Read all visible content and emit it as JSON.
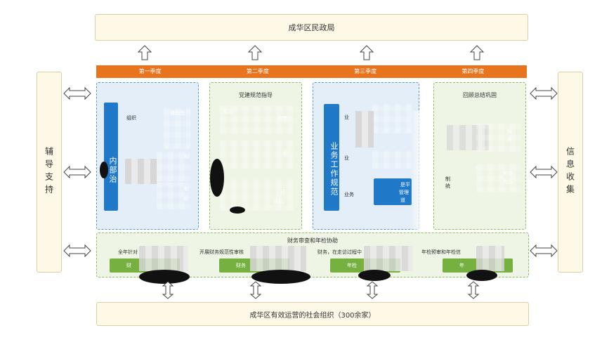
{
  "top_box": {
    "title": "成华区民政局"
  },
  "bottom_box": {
    "title": "成华区有效运营的社会组织（300余家）"
  },
  "left_side": {
    "label": "辅导支持"
  },
  "right_side": {
    "label": "信息收集"
  },
  "quarters": [
    "第一季度",
    "第二季度",
    "第三季度",
    "第四季度"
  ],
  "panels": {
    "q1": {
      "vertical_label": "内部治",
      "snippets": [
        "组织",
        "组织完",
        "和",
        "制",
        "织"
      ]
    },
    "q2": {
      "title": "党建规范指导",
      "snippets": [
        "党员",
        "的党",
        "织",
        "过",
        "协助。"
      ]
    },
    "q3": {
      "vertical_label": "业务工作规范",
      "snippets": [
        "业",
        "业",
        "业务",
        "是平",
        "管理",
        "道"
      ]
    },
    "q4": {
      "title": "回顾总结巩固",
      "snippets": [
        "组",
        "再",
        "年金",
        "为后",
        "制",
        "统"
      ]
    }
  },
  "audit": {
    "title": "财务审查和年检协助",
    "line_snippets": [
      "全年针对",
      "开展财务规范性审核",
      "财务，在走访过程中",
      "年检预审和年检信"
    ],
    "buttons": [
      "财",
      "财务",
      "年检",
      "年"
    ]
  },
  "colors": {
    "orange": "#e8741e",
    "blue": "#1f78c8",
    "green": "#76b041",
    "cream": "#fdf9e6"
  },
  "icons": [
    "up-arrow-icon",
    "double-arrow-icon",
    "updown-arrow-icon"
  ]
}
